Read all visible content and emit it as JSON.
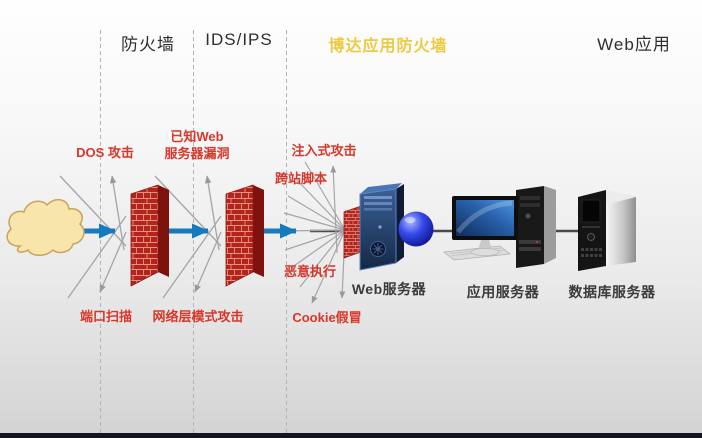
{
  "zones": {
    "firewall": "防火墙",
    "ids_ips": "IDS/IPS",
    "waf": "博达应用防火墙",
    "web_app": "Web应用"
  },
  "attacks": {
    "dos": "DOS 攻击",
    "known_web_vuln_line1": "已知Web",
    "known_web_vuln_line2": "服务器漏洞",
    "port_scan": "端口扫描",
    "network_layer_attack": "网络层模式攻击",
    "injection": "注入式攻击",
    "cross_site_script": "跨站脚本",
    "malicious_exec": "恶意执行",
    "cookie_forgery": "Cookie假冒"
  },
  "servers": {
    "web": "Web服务器",
    "app": "应用服务器",
    "db": "数据库服务器"
  },
  "icons": {
    "cloud": "internet-cloud-icon",
    "firewall_wall": "firewall-brick-wall-icon",
    "ids_wall": "ids-ips-brick-wall-icon",
    "waf_wall": "waf-brick-wall-icon",
    "web_server": "web-server-tower-icon",
    "globe": "globe-sphere-icon",
    "app_server": "app-server-desktop-icon",
    "db_server": "db-server-tower-icon"
  },
  "colors": {
    "waf_title_yellow": "#eec942",
    "attack_red": "#d8372b",
    "arrow_blue": "#1779be",
    "brick_red": "#b5241b",
    "zone_text": "#2e2e2e",
    "background_top": "#fefefe",
    "background_bottom": "#d3d3d3",
    "bottom_bar": "#14141f"
  }
}
